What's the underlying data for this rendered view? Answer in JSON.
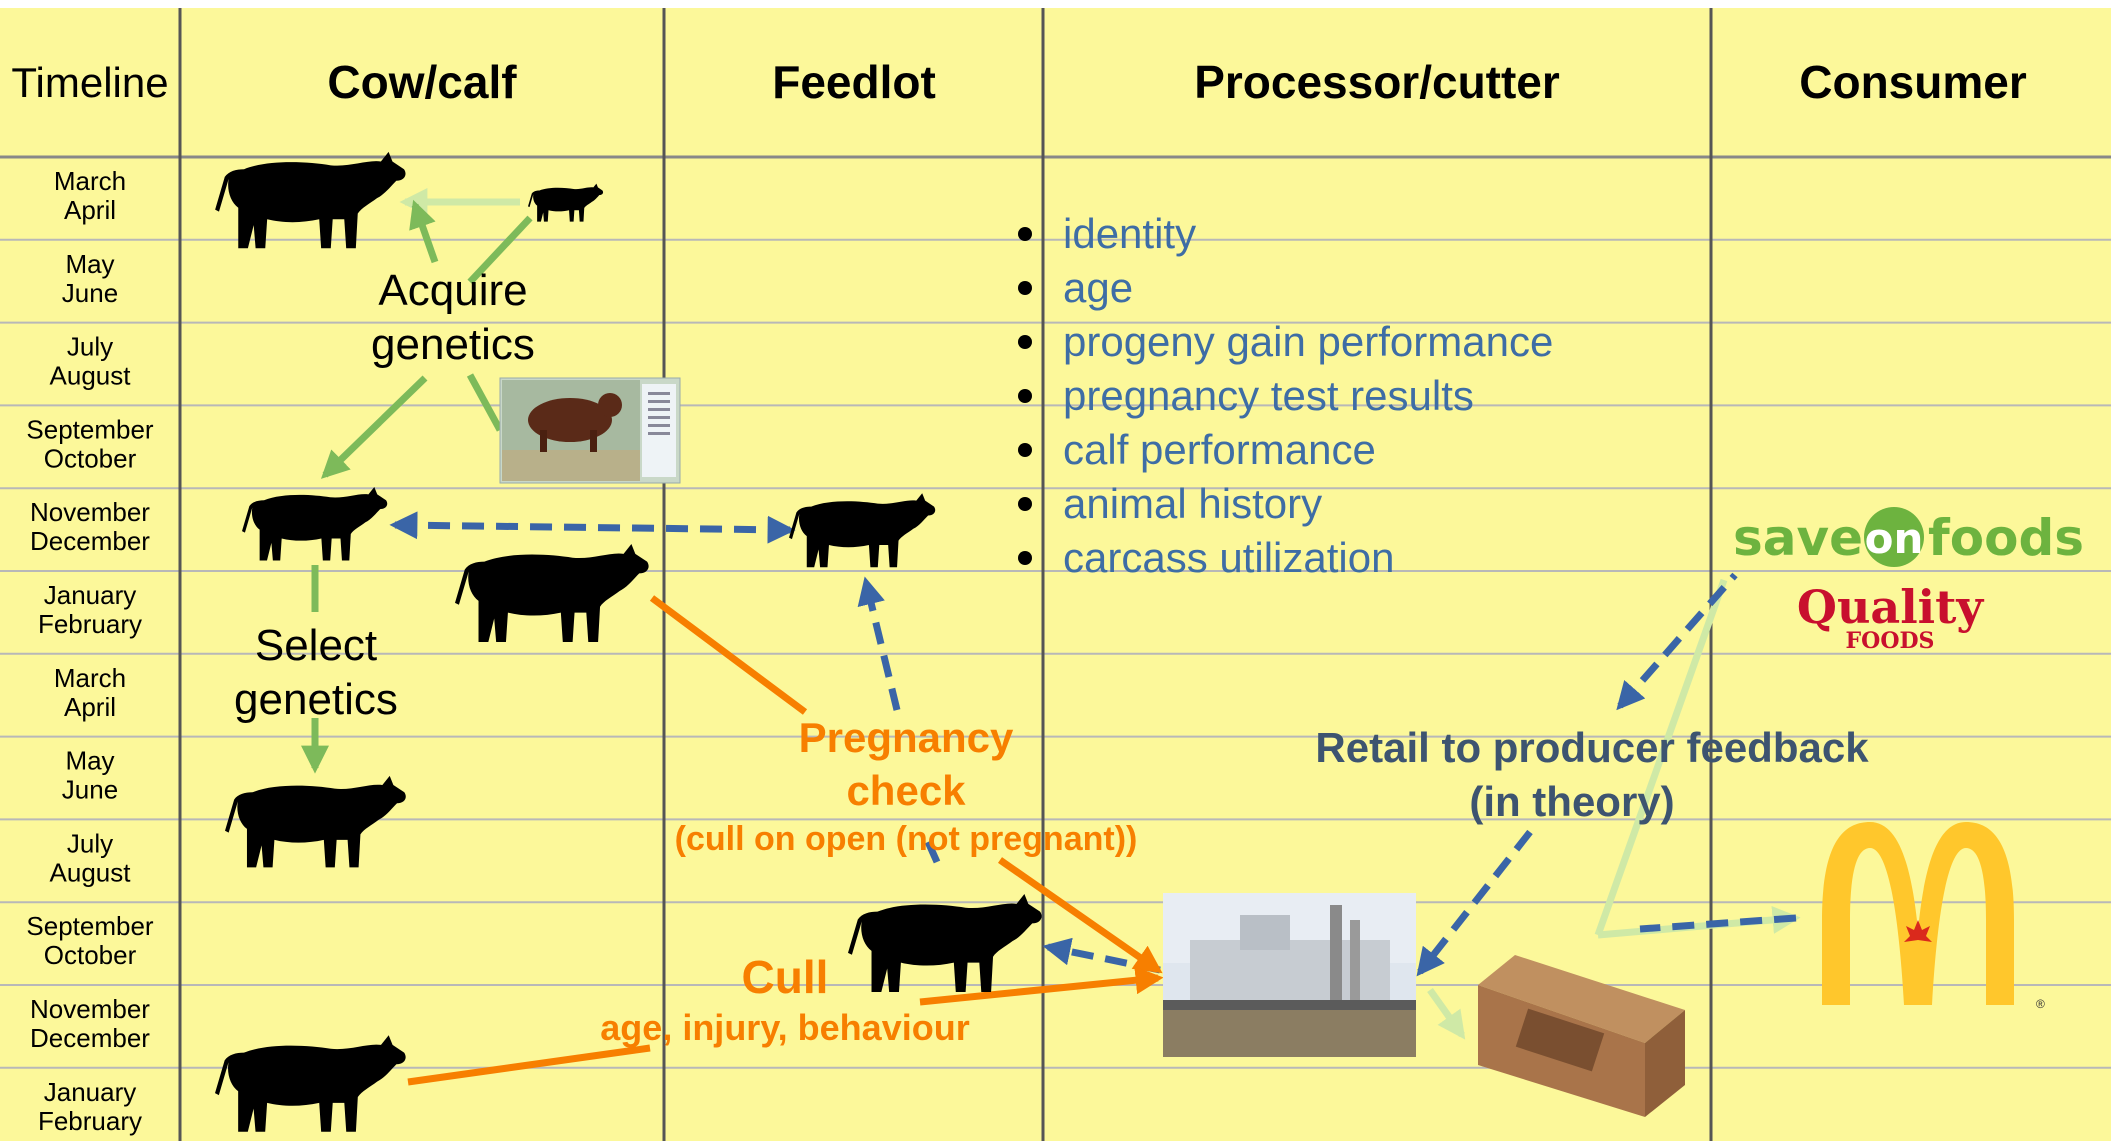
{
  "header": {
    "timeline": "Timeline",
    "cow_calf": "Cow/calf",
    "feedlot": "Feedlot",
    "processor": "Processor/cutter",
    "consumer": "Consumer"
  },
  "timeline": [
    [
      "March",
      "April"
    ],
    [
      "May",
      "June"
    ],
    [
      "July",
      "August"
    ],
    [
      "September",
      "October"
    ],
    [
      "November",
      "December"
    ],
    [
      "January",
      "February"
    ],
    [
      "March",
      "April"
    ],
    [
      "May",
      "June"
    ],
    [
      "July",
      "August"
    ],
    [
      "September",
      "October"
    ],
    [
      "November",
      "December"
    ],
    [
      "January",
      "February"
    ]
  ],
  "labels": {
    "acquire_genetics": [
      "Acquire",
      "genetics"
    ],
    "select_genetics": [
      "Select",
      "genetics"
    ],
    "pregnancy_check": [
      "Pregnancy",
      "check"
    ],
    "pregnancy_note": "(cull on open (not pregnant))",
    "cull": "Cull",
    "cull_note": "age, injury, behaviour",
    "feedback": [
      "Retail to producer feedback",
      "(in theory)"
    ]
  },
  "data_items": [
    "identity",
    "age",
    "progeny gain performance",
    "pregnancy test results",
    "calf performance",
    "animal history",
    "carcass utilization"
  ],
  "logos": {
    "saveonfoods": {
      "a": "save",
      "b": "on",
      "c": "foods"
    },
    "qualityfoods": {
      "a": "Quality",
      "b": "FOODS"
    },
    "mcdonalds_reg": "®"
  },
  "colors": {
    "background": "#fcf89a",
    "grid": "#b8b8b8",
    "green_arrow": "#7dba5a",
    "light_green_arrow": "#cfe9a6",
    "blue_arrow": "#3a65a7",
    "orange": "#f77f00",
    "list_text": "#3e6da5",
    "feedback_text": "#3d5470"
  }
}
